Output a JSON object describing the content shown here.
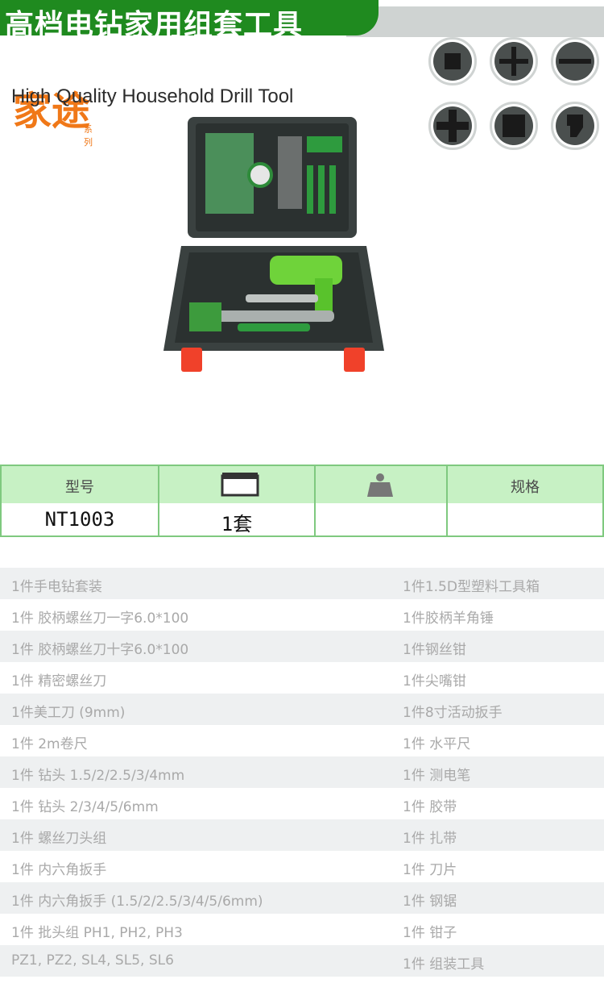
{
  "header": {
    "title": "高档电钻家用组套工具",
    "subtitle": "High Quality Household Drill Tool"
  },
  "brand": {
    "mark": "家途",
    "sub": "系列"
  },
  "feature_icons": [
    "square-head-icon",
    "phillips-head-icon",
    "slotted-head-icon",
    "cross-head-icon",
    "square-socket-icon",
    "torx-head-icon"
  ],
  "spec_table": {
    "headers": [
      "型号",
      "",
      "",
      "规格"
    ],
    "values": [
      "NT1003",
      "1套",
      "",
      ""
    ]
  },
  "parts_list": [
    {
      "left": "1件手电钻套装",
      "right": "1件1.5D型塑料工具箱"
    },
    {
      "left": "1件 胶柄螺丝刀一字6.0*100",
      "right": "1件胶柄羊角锤"
    },
    {
      "left": "1件 胶柄螺丝刀十字6.0*100",
      "right": "1件钢丝钳"
    },
    {
      "left": "1件 精密螺丝刀",
      "right": "1件尖嘴钳"
    },
    {
      "left": "1件美工刀 (9mm)",
      "right": "1件8寸活动扳手"
    },
    {
      "left": "1件 2m卷尺",
      "right": "1件 水平尺"
    },
    {
      "left": "1件 钻头 1.5/2/2.5/3/4mm",
      "right": "1件 测电笔"
    },
    {
      "left": "1件 钻头 2/3/4/5/6mm",
      "right": "1件 胶带"
    },
    {
      "left": "1件 螺丝刀头组",
      "right": "1件 扎带"
    },
    {
      "left": "1件 内六角扳手",
      "right": "1件 刀片"
    },
    {
      "left": "1件 内六角扳手 (1.5/2/2.5/3/4/5/6mm)",
      "right": "1件 钢锯"
    },
    {
      "left": "1件 批头组 PH1, PH2, PH3",
      "right": "1件 钳子"
    },
    {
      "left": "PZ1, PZ2, SL4, SL5, SL6",
      "right": "1件 组装工具"
    }
  ]
}
